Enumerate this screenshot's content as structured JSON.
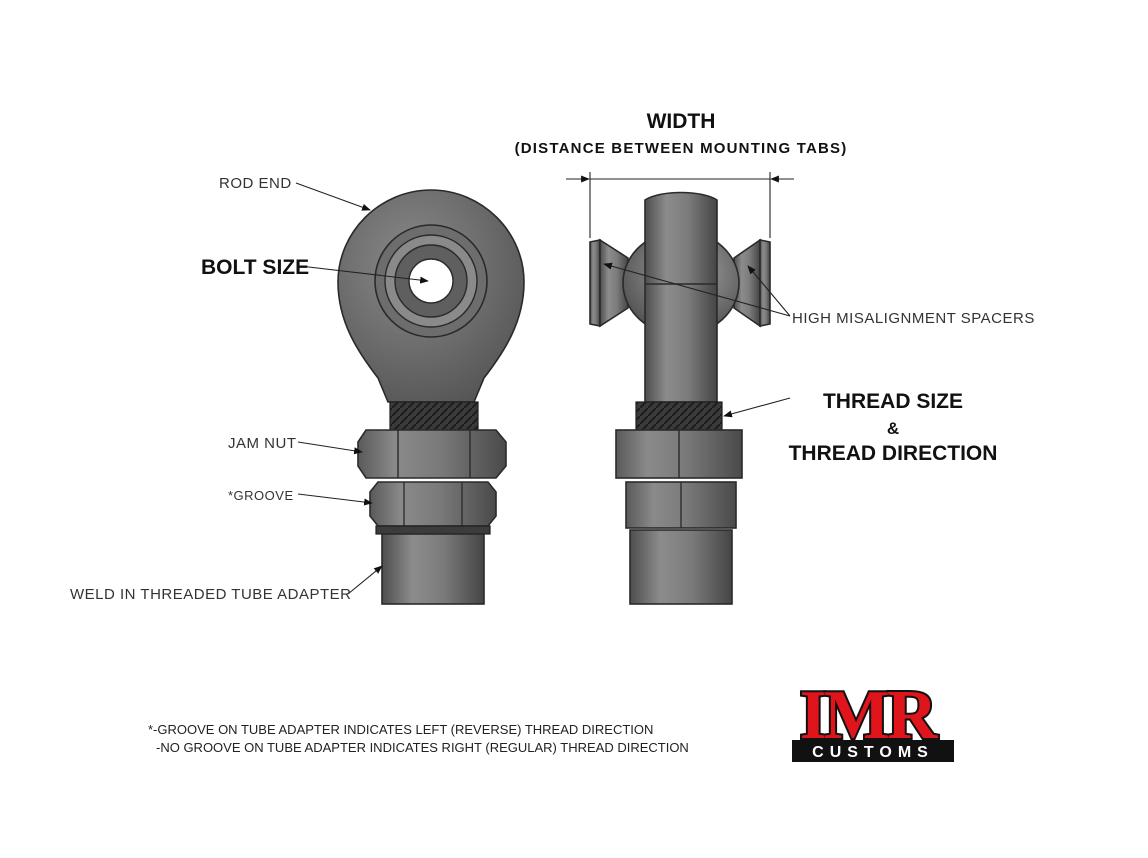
{
  "header": {
    "width_title": "WIDTH",
    "width_subtitle": "(DISTANCE BETWEEN MOUNTING TABS)"
  },
  "labels": {
    "rod_end": "ROD END",
    "bolt_size": "BOLT SIZE",
    "jam_nut": "JAM NUT",
    "groove": "*GROOVE",
    "weld_tube": "WELD IN THREADED TUBE ADAPTER",
    "high_misalignment": "HIGH MISALIGNMENT SPACERS",
    "thread_size": "THREAD SIZE",
    "ampersand": "&",
    "thread_direction": "THREAD DIRECTION"
  },
  "notes": {
    "line1": "*-GROOVE ON TUBE ADAPTER INDICATES LEFT (REVERSE) THREAD DIRECTION",
    "line2": "-NO GROOVE ON TUBE ADAPTER INDICATES RIGHT (REGULAR) THREAD DIRECTION"
  },
  "logo": {
    "main": "IMR",
    "sub": "CUSTOMS",
    "colors": {
      "main": "#e0141b",
      "outline": "#111111",
      "sub_bg": "#111111",
      "sub_text": "#ffffff"
    }
  }
}
